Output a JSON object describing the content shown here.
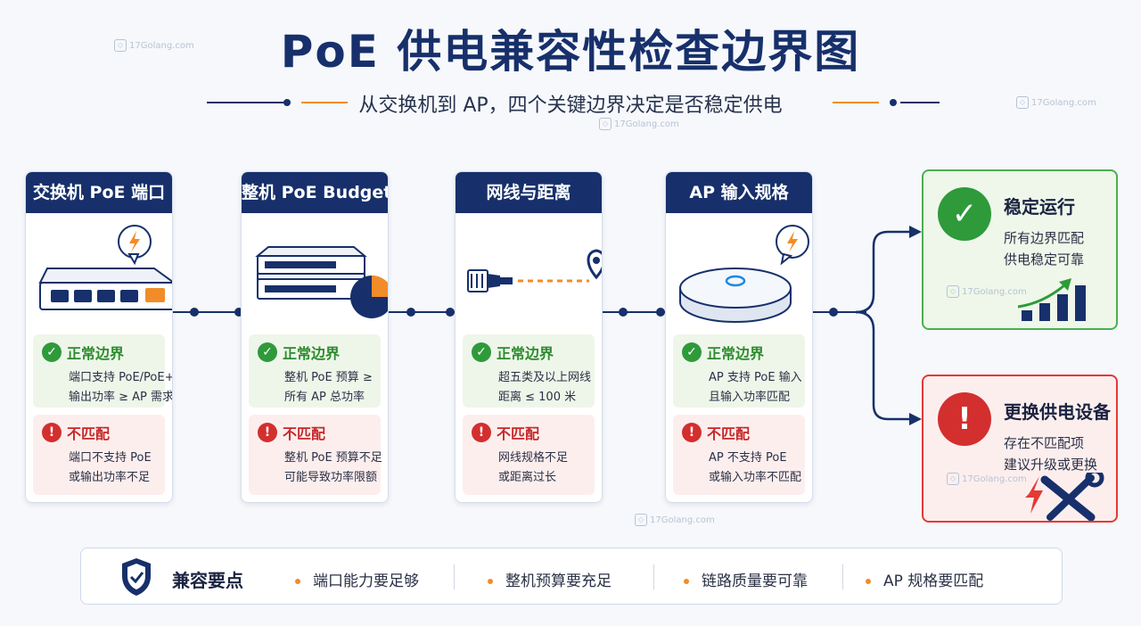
{
  "title": "PoE 供电兼容性检查边界图",
  "subtitle": "从交换机到 AP，四个关键边界决定是否稳定供电",
  "watermark": "17Golang.com",
  "colors": {
    "navy": "#17306b",
    "orange": "#f28c28",
    "green": "#2e9a3a",
    "red": "#d32f2f"
  },
  "cards": [
    {
      "title": "交换机 PoE 端口",
      "icon": "switch-icon",
      "ok": {
        "label": "正常边界",
        "lines": [
          "端口支持 PoE/PoE+",
          "输出功率 ≥ AP 需求"
        ]
      },
      "bad": {
        "label": "不匹配",
        "lines": [
          "端口不支持 PoE",
          "或输出功率不足"
        ]
      }
    },
    {
      "title": "整机 PoE Budget",
      "icon": "server-icon",
      "ok": {
        "label": "正常边界",
        "lines": [
          "整机 PoE 预算 ≥",
          "所有 AP 总功率"
        ]
      },
      "bad": {
        "label": "不匹配",
        "lines": [
          "整机 PoE 预算不足",
          "可能导致功率限额"
        ]
      }
    },
    {
      "title": "网线与距离",
      "icon": "cable-icon",
      "ok": {
        "label": "正常边界",
        "lines": [
          "超五类及以上网线",
          "距离 ≤ 100 米"
        ]
      },
      "bad": {
        "label": "不匹配",
        "lines": [
          "网线规格不足",
          "或距离过长"
        ]
      }
    },
    {
      "title": "AP 输入规格",
      "icon": "access-point-icon",
      "ok": {
        "label": "正常边界",
        "lines": [
          "AP 支持 PoE 输入",
          "且输入功率匹配"
        ]
      },
      "bad": {
        "label": "不匹配",
        "lines": [
          "AP 不支持 PoE",
          "或输入功率不匹配"
        ]
      }
    }
  ],
  "results": {
    "good": {
      "title": "稳定运行",
      "lines": [
        "所有边界匹配",
        "供电稳定可靠"
      ]
    },
    "bad": {
      "title": "更换供电设备",
      "lines": [
        "存在不匹配项",
        "建议升级或更换"
      ]
    }
  },
  "footer": {
    "title": "兼容要点",
    "items": [
      "端口能力要足够",
      "整机预算要充足",
      "链路质量要可靠",
      "AP 规格要匹配"
    ]
  }
}
